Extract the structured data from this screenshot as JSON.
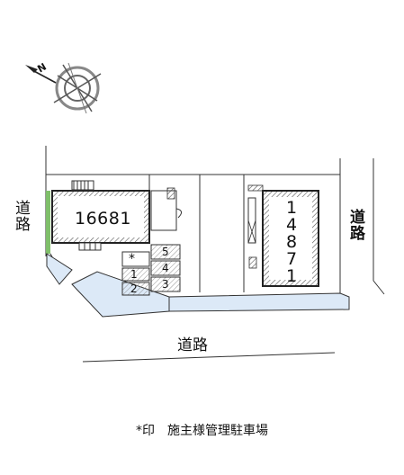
{
  "roads": {
    "left": "道路",
    "right": "道路",
    "bottom": "道路"
  },
  "buildings": {
    "a": "16681",
    "b": "14871"
  },
  "parking": {
    "slots": [
      "1",
      "2",
      "3",
      "4",
      "5"
    ],
    "marker": "*"
  },
  "compass": {
    "north_letter": "N"
  },
  "legend": "*印　施主様管理駐車場"
}
